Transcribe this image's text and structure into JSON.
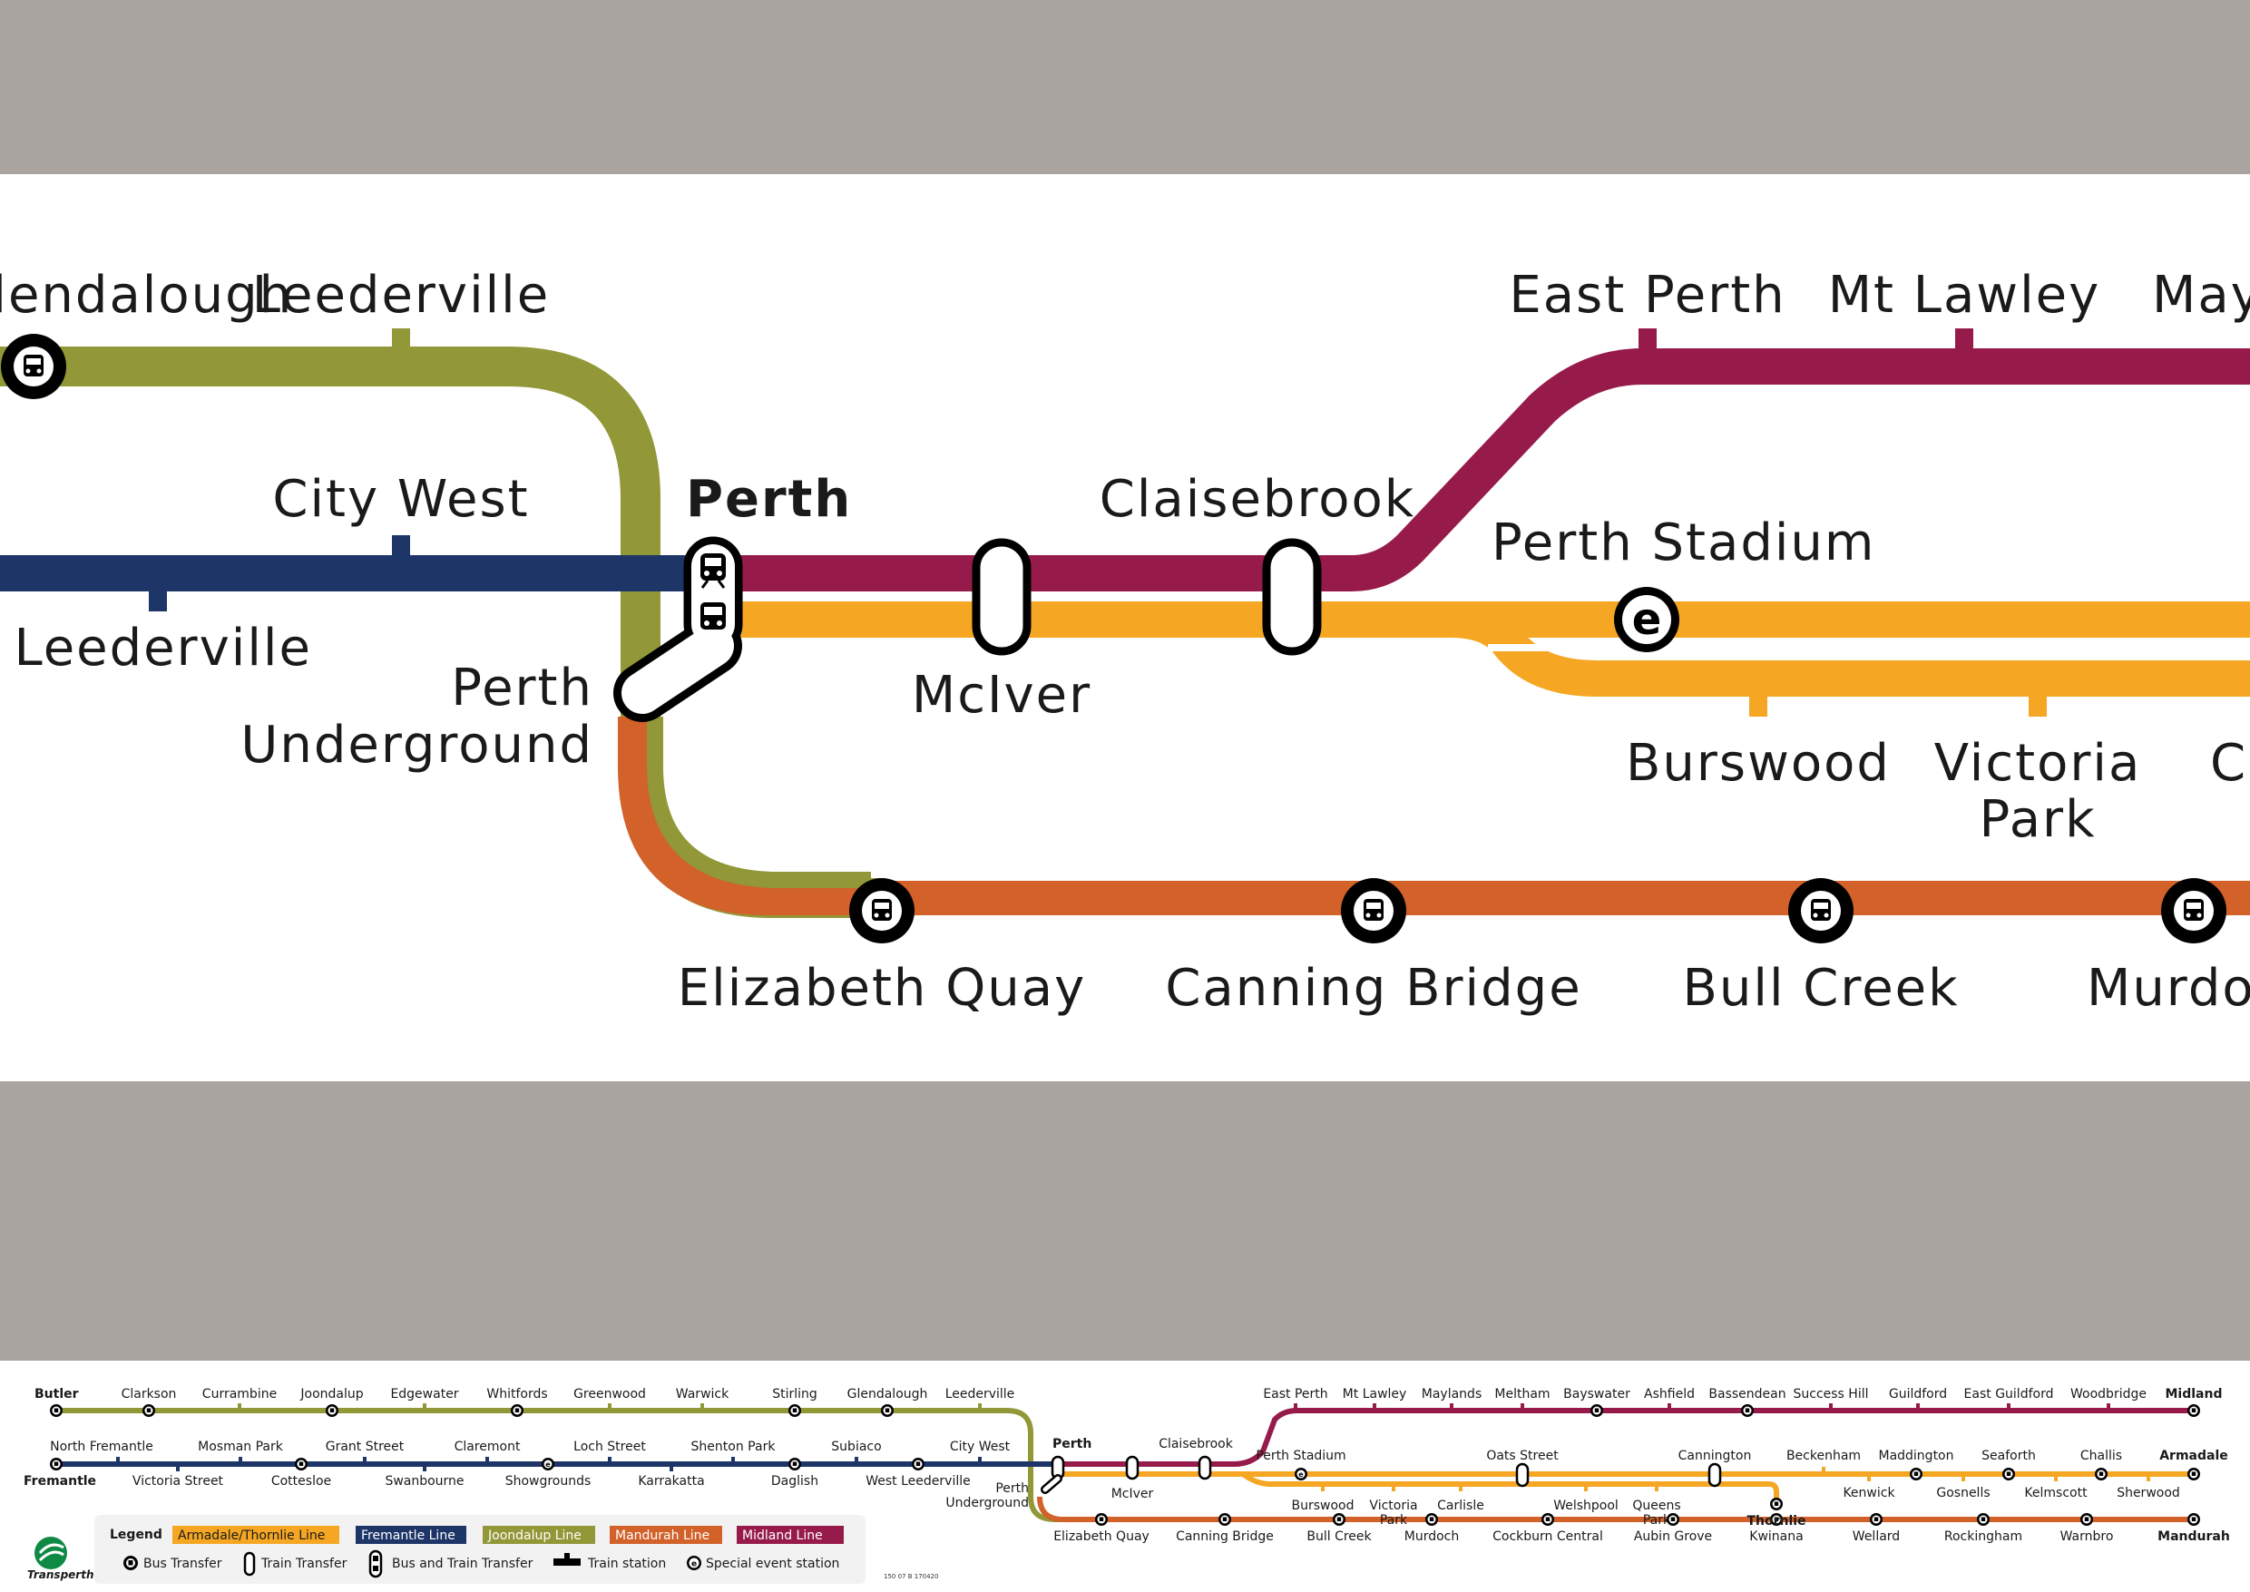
{
  "colors": {
    "joondalup": "#929737",
    "fremantle": "#1d3567",
    "midland": "#971b4a",
    "armadale": "#f5a623",
    "mandurah": "#d2612a",
    "band": "#aaa4a0",
    "ink": "#1a1a1a",
    "brand": "#0f8a45"
  },
  "zoom_map": {
    "stations": {
      "glendalough": "Glendalough",
      "leederville": "Leederville",
      "city_west": "City West",
      "west_leederville": "West Leederville",
      "perth": "Perth",
      "perth_underground_1": "Perth",
      "perth_underground_2": "Underground",
      "claisebrook": "Claisebrook",
      "mciver": "McIver",
      "east_perth": "East Perth",
      "mt_lawley": "Mt Lawley",
      "maylands": "Maylands",
      "perth_stadium": "Perth Stadium",
      "burswood": "Burswood",
      "victoria_park_1": "Victoria",
      "victoria_park_2": "Park",
      "carlisle": "Carlisle",
      "elizabeth_quay": "Elizabeth Quay",
      "canning_bridge": "Canning Bridge",
      "bull_creek": "Bull Creek",
      "murdoch": "Murdoch"
    },
    "special_event_letter": "e"
  },
  "overview": {
    "joondalup_stations": [
      "Butler",
      "Clarkson",
      "Currambine",
      "Joondalup",
      "Edgewater",
      "Whitfords",
      "Greenwood",
      "Warwick",
      "Stirling",
      "Glendalough",
      "Leederville"
    ],
    "fremantle_top_stations": [
      "North Fremantle",
      "Mosman Park",
      "Grant Street",
      "Claremont",
      "Loch Street",
      "Shenton Park",
      "Subiaco",
      "City West"
    ],
    "fremantle_bottom_stations": [
      "Fremantle",
      "Victoria Street",
      "Cottesloe",
      "Swanbourne",
      "Showgrounds",
      "Karrakatta",
      "Daglish",
      "West Leederville"
    ],
    "perth": "Perth",
    "perth_underground_1": "Perth",
    "perth_underground_2": "Underground",
    "claisebrook": "Claisebrook",
    "mciver": "McIver",
    "midland_stations": [
      "East Perth",
      "Mt Lawley",
      "Maylands",
      "Meltham",
      "Bayswater",
      "Ashfield",
      "Bassendean",
      "Success Hill",
      "Guildford",
      "East Guildford",
      "Woodbridge",
      "Midland"
    ],
    "armadale_top_stations": [
      "Perth Stadium",
      "Oats Street",
      "Cannington",
      "Beckenham",
      "Maddington",
      "Seaforth",
      "Challis",
      "Armadale"
    ],
    "armadale_bottom_stations": [
      "Burswood",
      "Victoria",
      "Park",
      "Carlisle",
      "Welshpool",
      "Queens",
      "Park",
      "Thornlie",
      "Kenwick",
      "Gosnells",
      "Kelmscott",
      "Sherwood"
    ],
    "mandurah_stations": [
      "Elizabeth Quay",
      "Canning Bridge",
      "Bull Creek",
      "Murdoch",
      "Cockburn Central",
      "Aubin Grove",
      "Kwinana",
      "Wellard",
      "Rockingham",
      "Warnbro",
      "Mandurah"
    ]
  },
  "legend": {
    "title": "Legend",
    "lines": {
      "armadale": "Armadale/Thornlie Line",
      "fremantle": "Fremantle Line",
      "joondalup": "Joondalup Line",
      "mandurah": "Mandurah Line",
      "midland": "Midland Line"
    },
    "symbols": {
      "bus": "Bus Transfer",
      "train": "Train Transfer",
      "bus_train": "Bus and Train Transfer",
      "station": "Train station",
      "special": "Special event station"
    }
  },
  "brand": "Transperth",
  "code": "150 07 B 170420"
}
